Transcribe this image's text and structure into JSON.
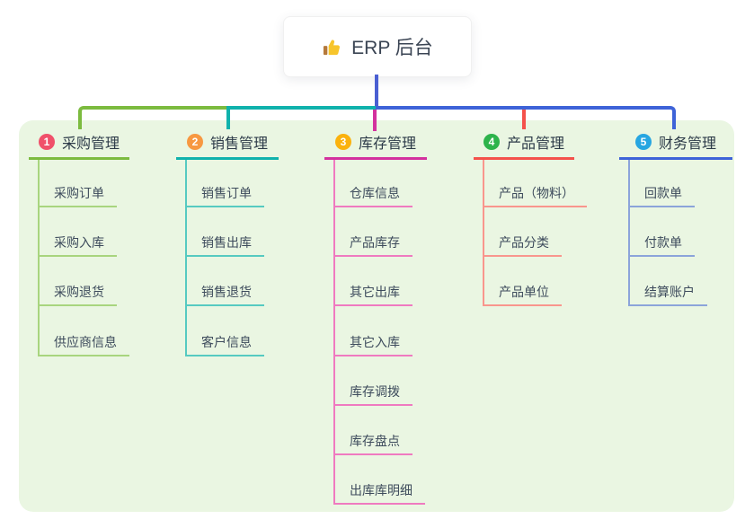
{
  "root": {
    "icon": "thumbs-up-icon",
    "label": "ERP 后台"
  },
  "branches": [
    {
      "num": "1",
      "title": "采购管理",
      "badge_color": "#f0506a",
      "line_color": "#7cbb3f",
      "child_line_color": "#a8d57e",
      "children": [
        "采购订单",
        "采购入库",
        "采购退货",
        "供应商信息"
      ]
    },
    {
      "num": "2",
      "title": "销售管理",
      "badge_color": "#f79841",
      "line_color": "#10b2ac",
      "child_line_color": "#56cac1",
      "children": [
        "销售订单",
        "销售出库",
        "销售退货",
        "客户信息"
      ]
    },
    {
      "num": "3",
      "title": "库存管理",
      "badge_color": "#fbb20d",
      "line_color": "#d3319e",
      "child_line_color": "#ef7ac0",
      "children": [
        "仓库信息",
        "产品库存",
        "其它出库",
        "其它入库",
        "库存调拨",
        "库存盘点",
        "出库库明细"
      ]
    },
    {
      "num": "4",
      "title": "产品管理",
      "badge_color": "#2db34b",
      "line_color": "#f4514b",
      "child_line_color": "#f9968d",
      "children": [
        "产品（物料）",
        "产品分类",
        "产品单位"
      ]
    },
    {
      "num": "5",
      "title": "财务管理",
      "badge_color": "#27a6e1",
      "line_color": "#3e63d8",
      "child_line_color": "#8ca4da",
      "children": [
        "回款单",
        "付款单",
        "结算账户"
      ]
    }
  ],
  "colors": {
    "spine": "#4a5fd2",
    "panel_bg": "#eaf6e2",
    "root_text": "#3a4453",
    "header_text": "#2c3a48",
    "child_text": "#3d4b5c",
    "thumb_hand": "#f7c52c",
    "thumb_cuff": "#b5793b"
  }
}
